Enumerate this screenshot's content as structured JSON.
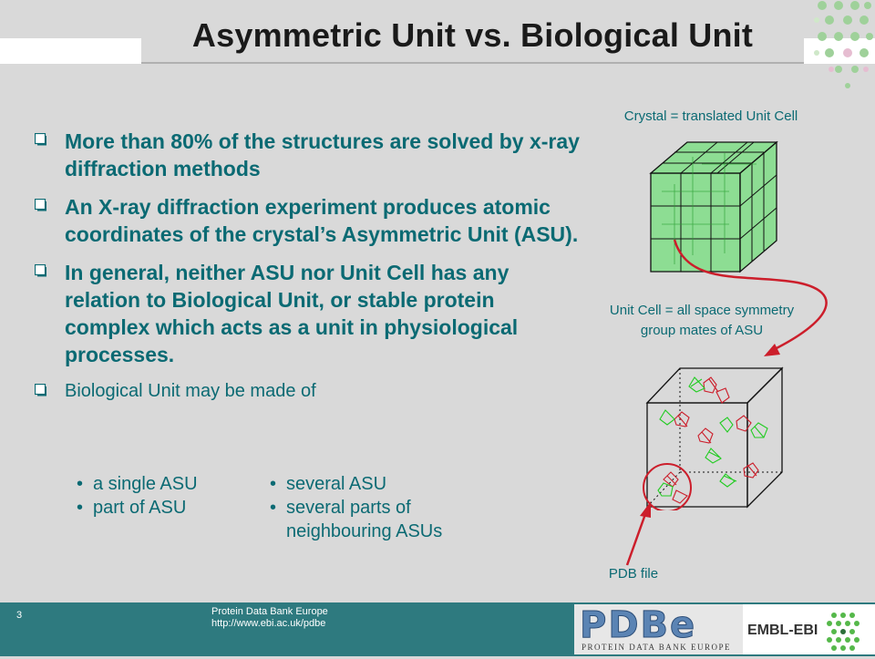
{
  "slide": {
    "title": "Asymmetric Unit vs. Biological Unit",
    "bullets": [
      {
        "text": "More than 80% of the structures are solved by x-ray diffraction methods"
      },
      {
        "text": "An X-ray diffraction experiment produces atomic coordinates of the crystal’s Asymmetric Unit (ASU)."
      },
      {
        "text": "In general, neither ASU nor Unit Cell has any relation to Biological Unit, or stable protein complex which acts as a unit in physiological processes."
      },
      {
        "text": "Biological Unit may be made of"
      }
    ],
    "sub_left": [
      "a single ASU",
      "part of ASU"
    ],
    "sub_right": [
      "several ASU",
      "several parts of neighbouring ASUs"
    ],
    "sub_bullet": "•",
    "diagram": {
      "crystal_label": "Crystal = translated Unit Cell",
      "unit_cell_label_1": "Unit Cell = all space symmetry",
      "unit_cell_label_2": "group mates of ASU",
      "pdb_label": "PDB file"
    }
  },
  "footer": {
    "page_number": "3",
    "org_line1": "Protein Data Bank Europe",
    "org_line2": "http://www.ebi.ac.uk/pdbe",
    "logo_text": "PDBe",
    "logo_subtitle": "PROTEIN DATA BANK EUROPE",
    "partner": "EMBL-EBI"
  },
  "colors": {
    "accent_teal": "#0b6a73",
    "footer_bg": "#2e7a7f",
    "cube_green": "#4fe05a",
    "arrow_red": "#cc1e2b"
  }
}
